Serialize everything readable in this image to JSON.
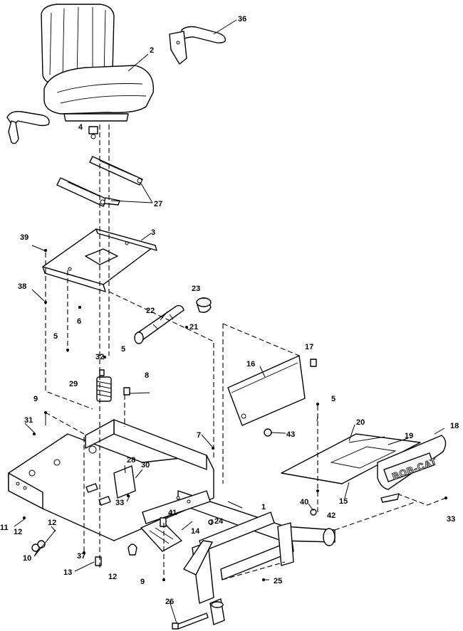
{
  "callouts": {
    "c1": "1",
    "c2": "2",
    "c3": "3",
    "c4": "4",
    "c5a": "5",
    "c5b": "5",
    "c5c": "5",
    "c6": "6",
    "c8": "8",
    "c9a": "9",
    "c9b": "9",
    "c10": "10",
    "c11": "11",
    "c12a": "12",
    "c12b": "12",
    "c12c": "12",
    "c13": "13",
    "c14": "14",
    "c15": "15",
    "c16": "16",
    "c17": "17",
    "c18": "18",
    "c19": "19",
    "c20": "20",
    "c21": "21",
    "c22": "22",
    "c23": "23",
    "c24": "24",
    "c25": "25",
    "c26": "26",
    "c27": "27",
    "c28": "28",
    "c29": "29",
    "c30": "30",
    "c31": "31",
    "c32": "32",
    "c33a": "33",
    "c33b": "33",
    "c36": "36",
    "c37": "37",
    "c38": "38",
    "c39": "39",
    "c40": "40",
    "c41": "41",
    "c42": "42",
    "c43": "43",
    "c7": "7"
  },
  "decal_text": "BOB-CAT"
}
